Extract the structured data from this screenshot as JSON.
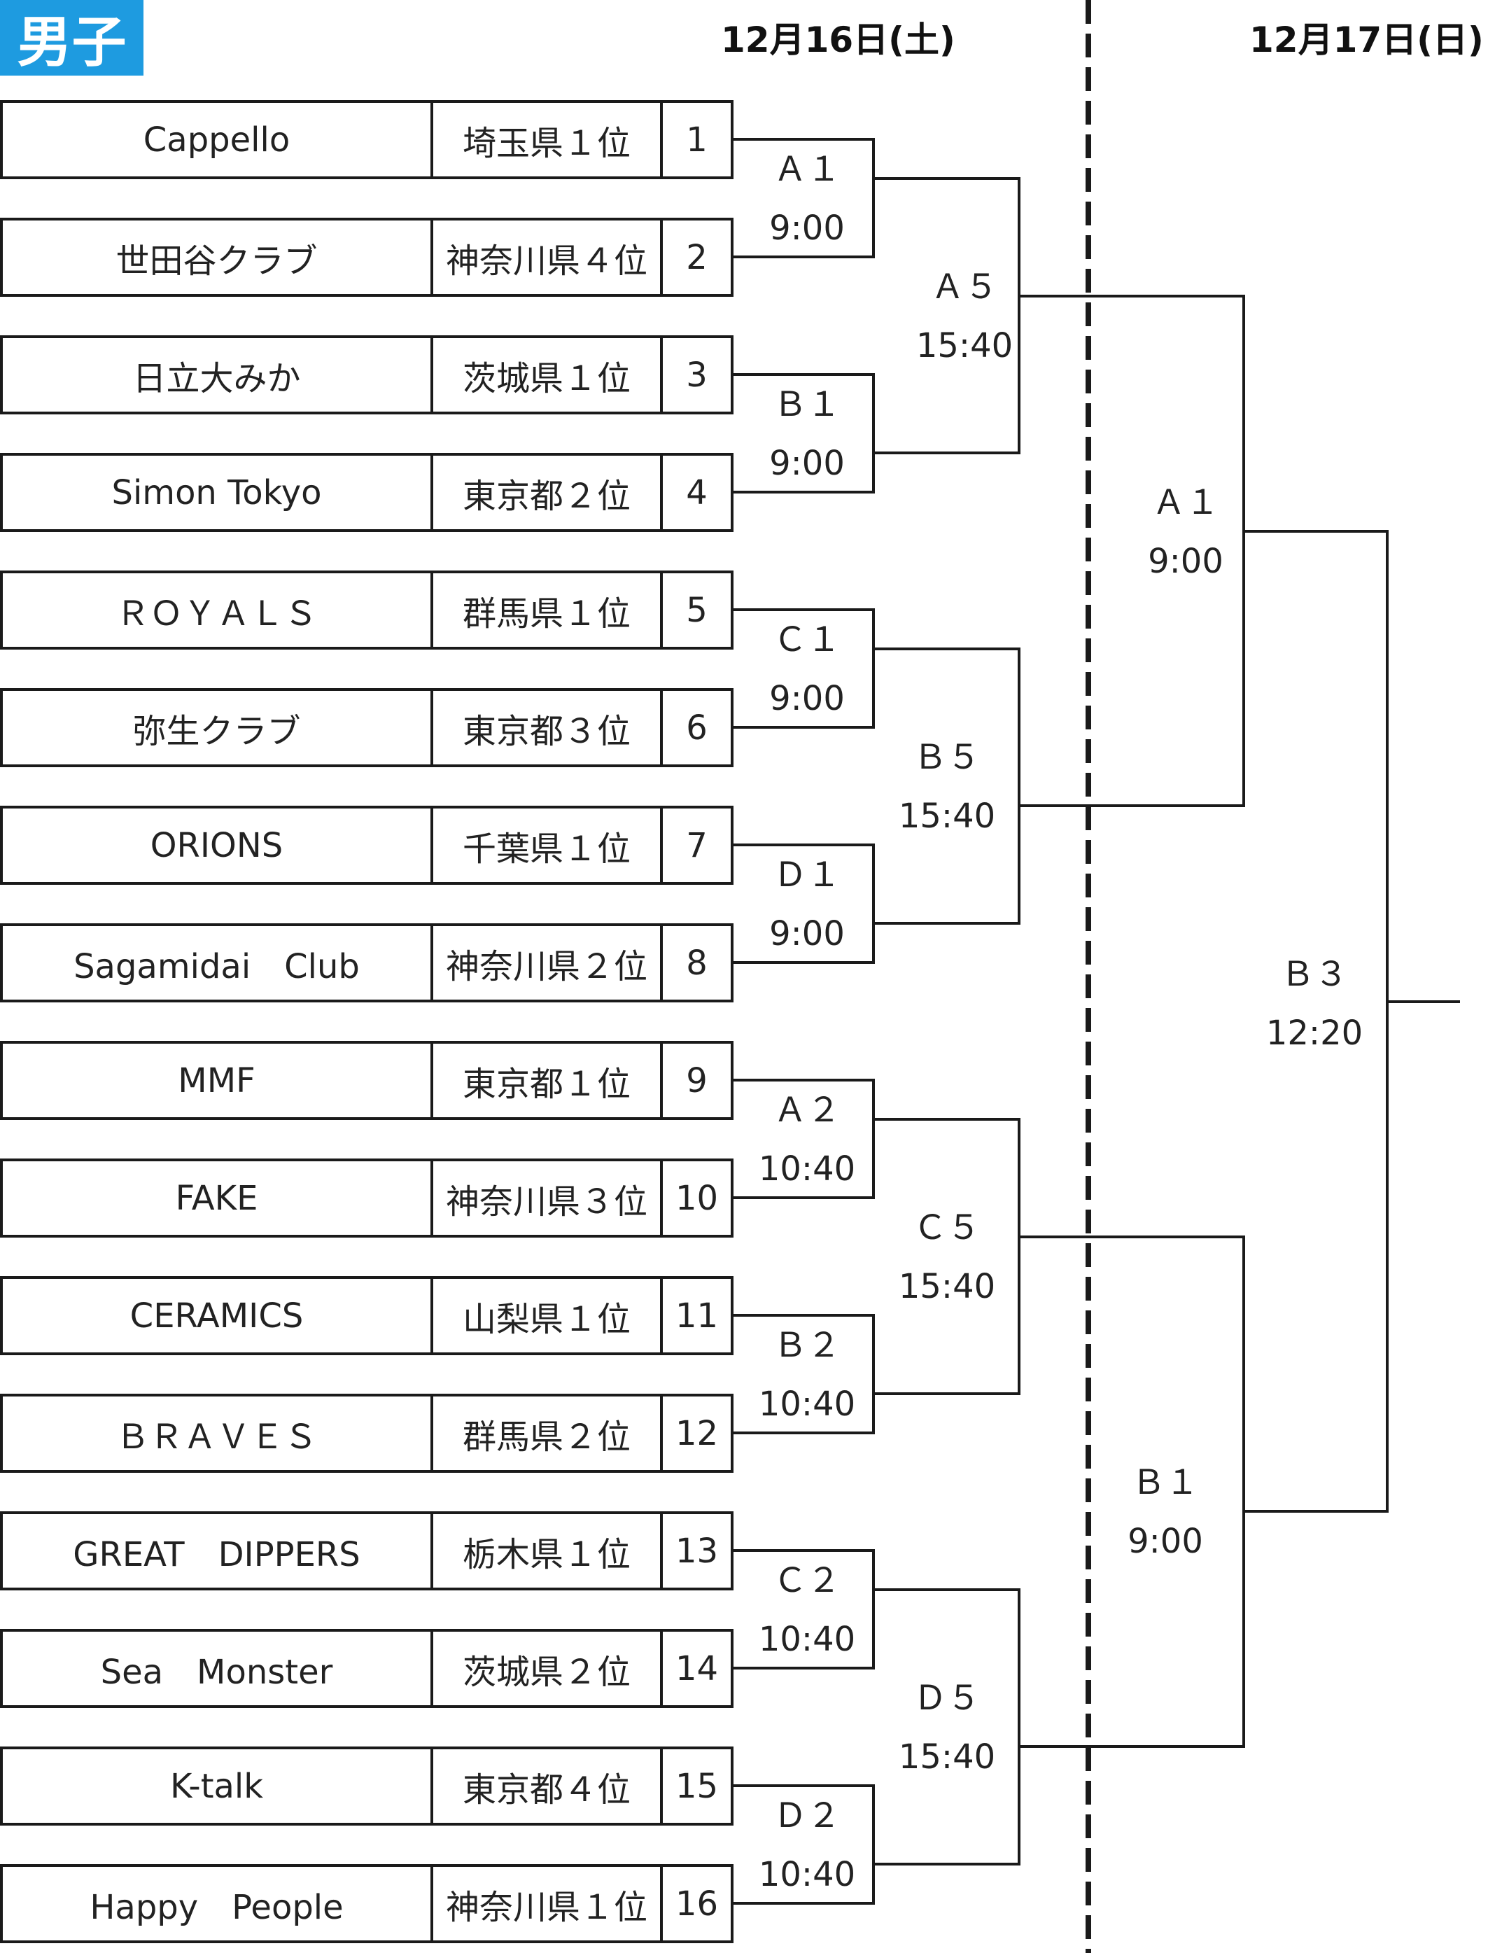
{
  "category": "男子",
  "dates": {
    "day1": "12月16日(土)",
    "day2": "12月17日(日)"
  },
  "teams": [
    {
      "name": "Cappello",
      "pref": "埼玉県１位",
      "seed": "1"
    },
    {
      "name": "世田谷クラブ",
      "pref": "神奈川県４位",
      "seed": "2"
    },
    {
      "name": "日立大みか",
      "pref": "茨城県１位",
      "seed": "3"
    },
    {
      "name": "Simon Tokyo",
      "pref": "東京都２位",
      "seed": "4"
    },
    {
      "name": "ＲＯＹＡＬＳ",
      "pref": "群馬県１位",
      "seed": "5"
    },
    {
      "name": "弥生クラブ",
      "pref": "東京都３位",
      "seed": "6"
    },
    {
      "name": "ORIONS",
      "pref": "千葉県１位",
      "seed": "7"
    },
    {
      "name": "Sagamidai　Club",
      "pref": "神奈川県２位",
      "seed": "8"
    },
    {
      "name": "MMF",
      "pref": "東京都１位",
      "seed": "9"
    },
    {
      "name": "FAKE",
      "pref": "神奈川県３位",
      "seed": "10"
    },
    {
      "name": "CERAMICS",
      "pref": "山梨県１位",
      "seed": "11"
    },
    {
      "name": "ＢＲＡＶＥＳ",
      "pref": "群馬県２位",
      "seed": "12"
    },
    {
      "name": "GREAT　DIPPERS",
      "pref": "栃木県１位",
      "seed": "13"
    },
    {
      "name": "Sea　Monster",
      "pref": "茨城県２位",
      "seed": "14"
    },
    {
      "name": "K-talk",
      "pref": "東京都４位",
      "seed": "15"
    },
    {
      "name": "Happy　People",
      "pref": "神奈川県１位",
      "seed": "16"
    }
  ],
  "round1": [
    {
      "court": "Ａ１",
      "time": "9:00"
    },
    {
      "court": "Ｂ１",
      "time": "9:00"
    },
    {
      "court": "Ｃ１",
      "time": "9:00"
    },
    {
      "court": "Ｄ１",
      "time": "9:00"
    },
    {
      "court": "Ａ２",
      "time": "10:40"
    },
    {
      "court": "Ｂ２",
      "time": "10:40"
    },
    {
      "court": "Ｃ２",
      "time": "10:40"
    },
    {
      "court": "Ｄ２",
      "time": "10:40"
    }
  ],
  "round2": [
    {
      "court": "Ａ５",
      "time": "15:40"
    },
    {
      "court": "Ｂ５",
      "time": "15:40"
    },
    {
      "court": "Ｃ５",
      "time": "15:40"
    },
    {
      "court": "Ｄ５",
      "time": "15:40"
    }
  ],
  "semifinals": [
    {
      "court": "Ａ１",
      "time": "9:00"
    },
    {
      "court": "Ｂ１",
      "time": "9:00"
    }
  ],
  "final": {
    "court": "Ｂ３",
    "time": "12:20"
  }
}
